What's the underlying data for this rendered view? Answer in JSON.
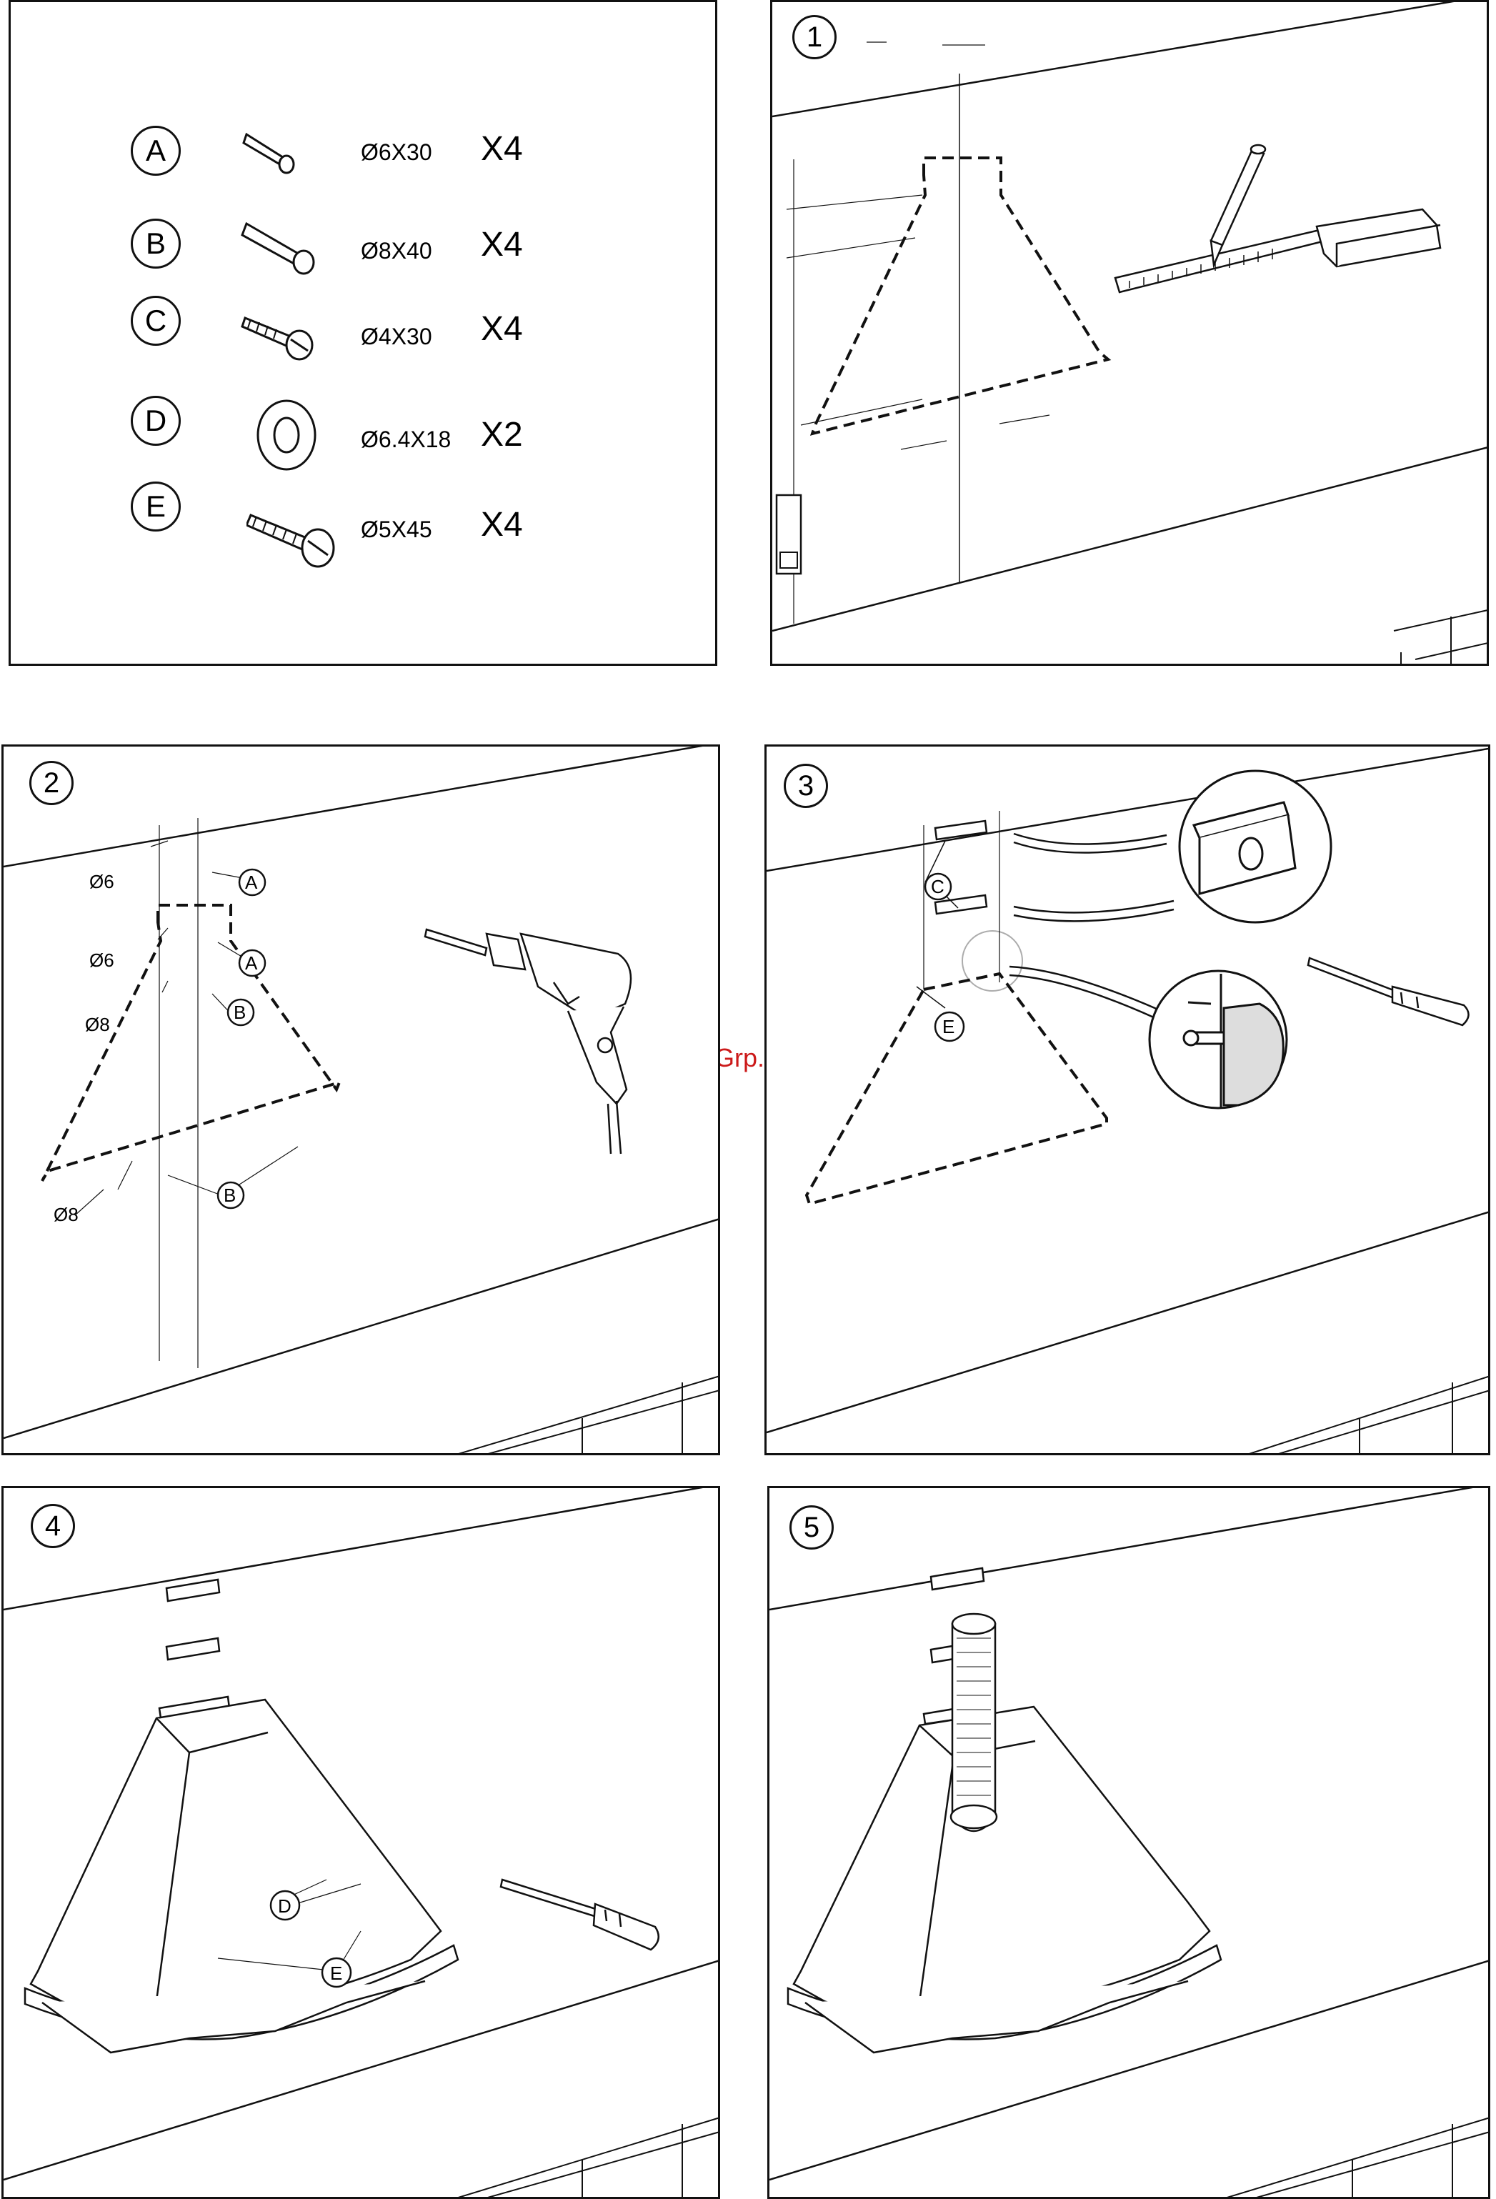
{
  "watermark": "McGrp.Ru",
  "parts": [
    {
      "letter": "A",
      "dimension": "Ø6X30",
      "quantity": "X4"
    },
    {
      "letter": "B",
      "dimension": "Ø8X40",
      "quantity": "X4"
    },
    {
      "letter": "C",
      "dimension": "Ø4X30",
      "quantity": "X4"
    },
    {
      "letter": "D",
      "dimension": "Ø6.4X18",
      "quantity": "X2"
    },
    {
      "letter": "E",
      "dimension": "Ø5X45",
      "quantity": "X4"
    }
  ],
  "steps": [
    {
      "number": "1"
    },
    {
      "number": "2",
      "labels": {
        "d6a": "Ø6",
        "d6b": "Ø6",
        "d8a": "Ø8",
        "d8b": "Ø8",
        "A1": "A",
        "A2": "A",
        "B1": "B",
        "B2": "B"
      }
    },
    {
      "number": "3",
      "labels": {
        "C": "C",
        "E": "E"
      }
    },
    {
      "number": "4",
      "labels": {
        "D": "D",
        "E": "E"
      }
    },
    {
      "number": "5"
    }
  ]
}
